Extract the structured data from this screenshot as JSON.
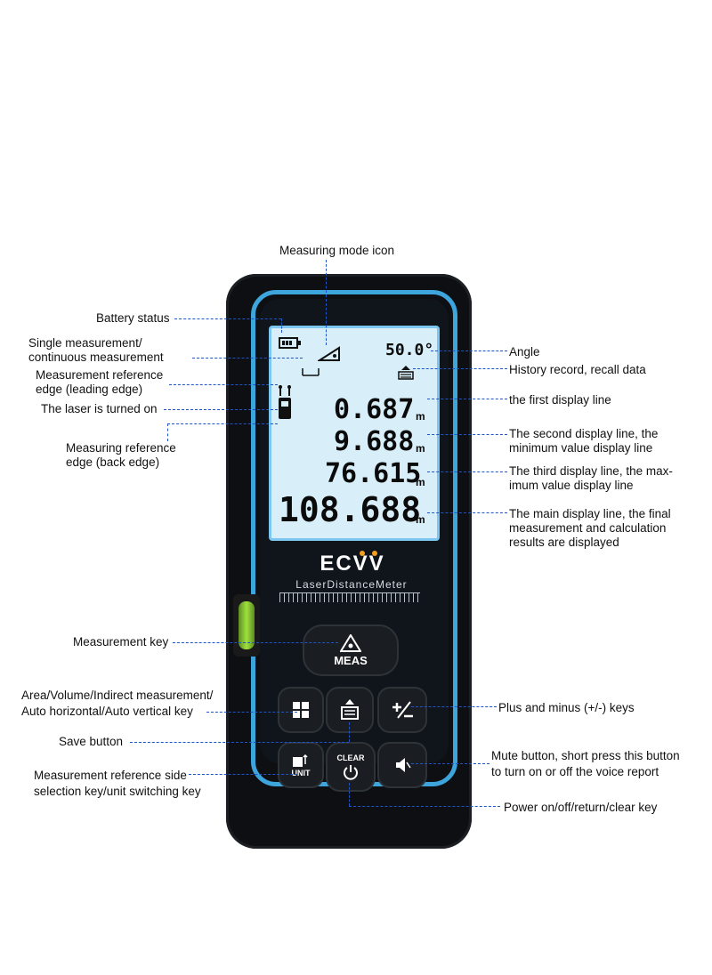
{
  "device": {
    "brand": "ECVV",
    "model": "LaserDistanceMeter",
    "colors": {
      "body": "#0d0f12",
      "accent": "#3ea4dc",
      "screen": "#d8eef8",
      "lead": "#1f53c8"
    }
  },
  "screen": {
    "angle": "50.0°",
    "line1": "0.687",
    "line2": "9.688",
    "line3": "76.615",
    "main": "108.688",
    "unit": "m"
  },
  "buttons": {
    "meas": "MEAS",
    "clear": "CLEAR",
    "unit": "UNIT"
  },
  "labels": {
    "measuring_mode_icon": "Measuring mode icon",
    "battery_status": "Battery status",
    "single_continuous_1": "Single measurement/",
    "single_continuous_2": "continuous measurement",
    "ref_edge_leading_1": "Measurement reference",
    "ref_edge_leading_2": "edge (leading edge)",
    "laser_on": "The laser is turned on",
    "ref_edge_back_1": "Measuring reference",
    "ref_edge_back_2": "edge (back edge)",
    "measurement_key": "Measurement key",
    "area_volume_1": "Area/Volume/Indirect measurement/",
    "area_volume_2": "Auto horizontal/Auto vertical key",
    "save_button": "Save button",
    "ref_side_unit_1": "Measurement reference side",
    "ref_side_unit_2": "selection key/unit switching key",
    "angle": "Angle",
    "history": "History record, recall data",
    "first_line": "the first display line",
    "second_line_1": "The second display line, the",
    "second_line_2": "minimum value display line",
    "third_line_1": "The third display line, the max-",
    "third_line_2": "imum value display line",
    "main_line_1": "The main display line, the final",
    "main_line_2": "measurement and calculation",
    "main_line_3": "results are displayed",
    "plus_minus": "Plus and minus (+/-) keys",
    "mute_1": "Mute button, short press this button",
    "mute_2": "to turn on or off the voice report",
    "power": "Power on/off/return/clear key"
  }
}
